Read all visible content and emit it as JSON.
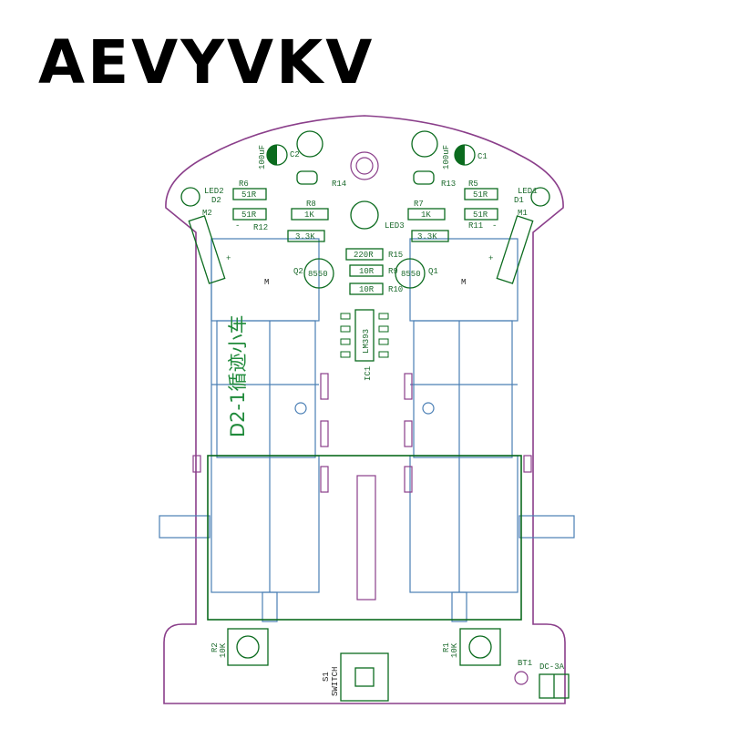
{
  "brand": {
    "text": "AEVYVKV"
  },
  "board": {
    "title": "D2-1循迹小车",
    "colors": {
      "outline": "#8a3e8a",
      "motor": "#4a7fb5",
      "silk": "#1f7a33",
      "comp": "#0b6b1e"
    },
    "labels": {
      "r6": "R6",
      "r8": "R8",
      "r7": "R7",
      "r5": "R5",
      "r12": "R12",
      "r11": "R11",
      "r14": "R14",
      "r13": "R13",
      "r15": "R15",
      "r9": "R9",
      "r10": "R10",
      "d1": "D1",
      "d2": "D2",
      "led1": "LED1",
      "led2": "LED2",
      "led3": "LED3",
      "c1": "C1",
      "c2": "C2",
      "cap_val": "100uF",
      "v51r": "51R",
      "v1k": "1K",
      "v33k": "3.3K",
      "v220r": "220R",
      "v10r": "10R",
      "q1": "Q1",
      "q2": "Q2",
      "q_val": "8550",
      "ic1": "IC1",
      "ic_val": "LM393",
      "m": "M",
      "m1": "M1",
      "m2": "M2",
      "r1": "R1",
      "r2": "R2",
      "pot_val": "10K",
      "s1": "S1",
      "switch": "SWITCH",
      "bt": "BT1",
      "dc": "DC-3A",
      "plus": "+",
      "minus": "-"
    }
  }
}
